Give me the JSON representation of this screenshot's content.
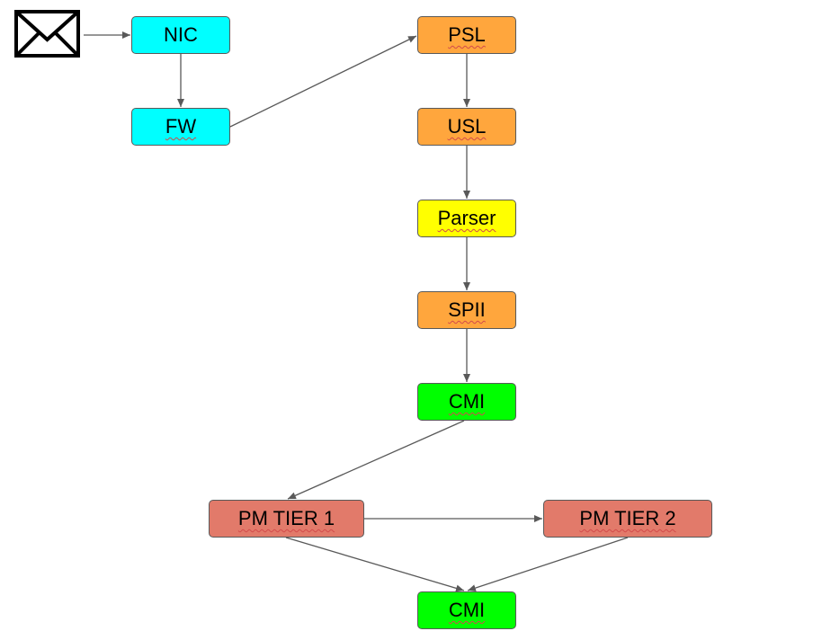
{
  "diagram": {
    "nodes": {
      "nic": {
        "label": "NIC",
        "color": "#00ffff"
      },
      "fw": {
        "label": "FW",
        "color": "#00ffff"
      },
      "psl": {
        "label": "PSL",
        "color": "#ffa63d"
      },
      "usl": {
        "label": "USL",
        "color": "#ffa63d"
      },
      "parser": {
        "label": "Parser",
        "color": "#ffff00"
      },
      "spii": {
        "label": "SPII",
        "color": "#ffa63d"
      },
      "cmi1": {
        "label": "CMI",
        "color": "#00ff00"
      },
      "pm1": {
        "label": "PM TIER 1",
        "color": "#e27a6a"
      },
      "pm2": {
        "label": "PM TIER 2",
        "color": "#e27a6a"
      },
      "cmi2": {
        "label": "CMI",
        "color": "#00ff00"
      }
    },
    "edges": [
      [
        "envelope",
        "nic"
      ],
      [
        "nic",
        "fw"
      ],
      [
        "fw",
        "psl"
      ],
      [
        "psl",
        "usl"
      ],
      [
        "usl",
        "parser"
      ],
      [
        "parser",
        "spii"
      ],
      [
        "spii",
        "cmi1"
      ],
      [
        "cmi1",
        "pm1"
      ],
      [
        "pm1",
        "pm2"
      ],
      [
        "pm1",
        "cmi2"
      ],
      [
        "pm2",
        "cmi2"
      ]
    ],
    "edge_color": "#595959",
    "envelope_icon": "mail-envelope-icon"
  }
}
